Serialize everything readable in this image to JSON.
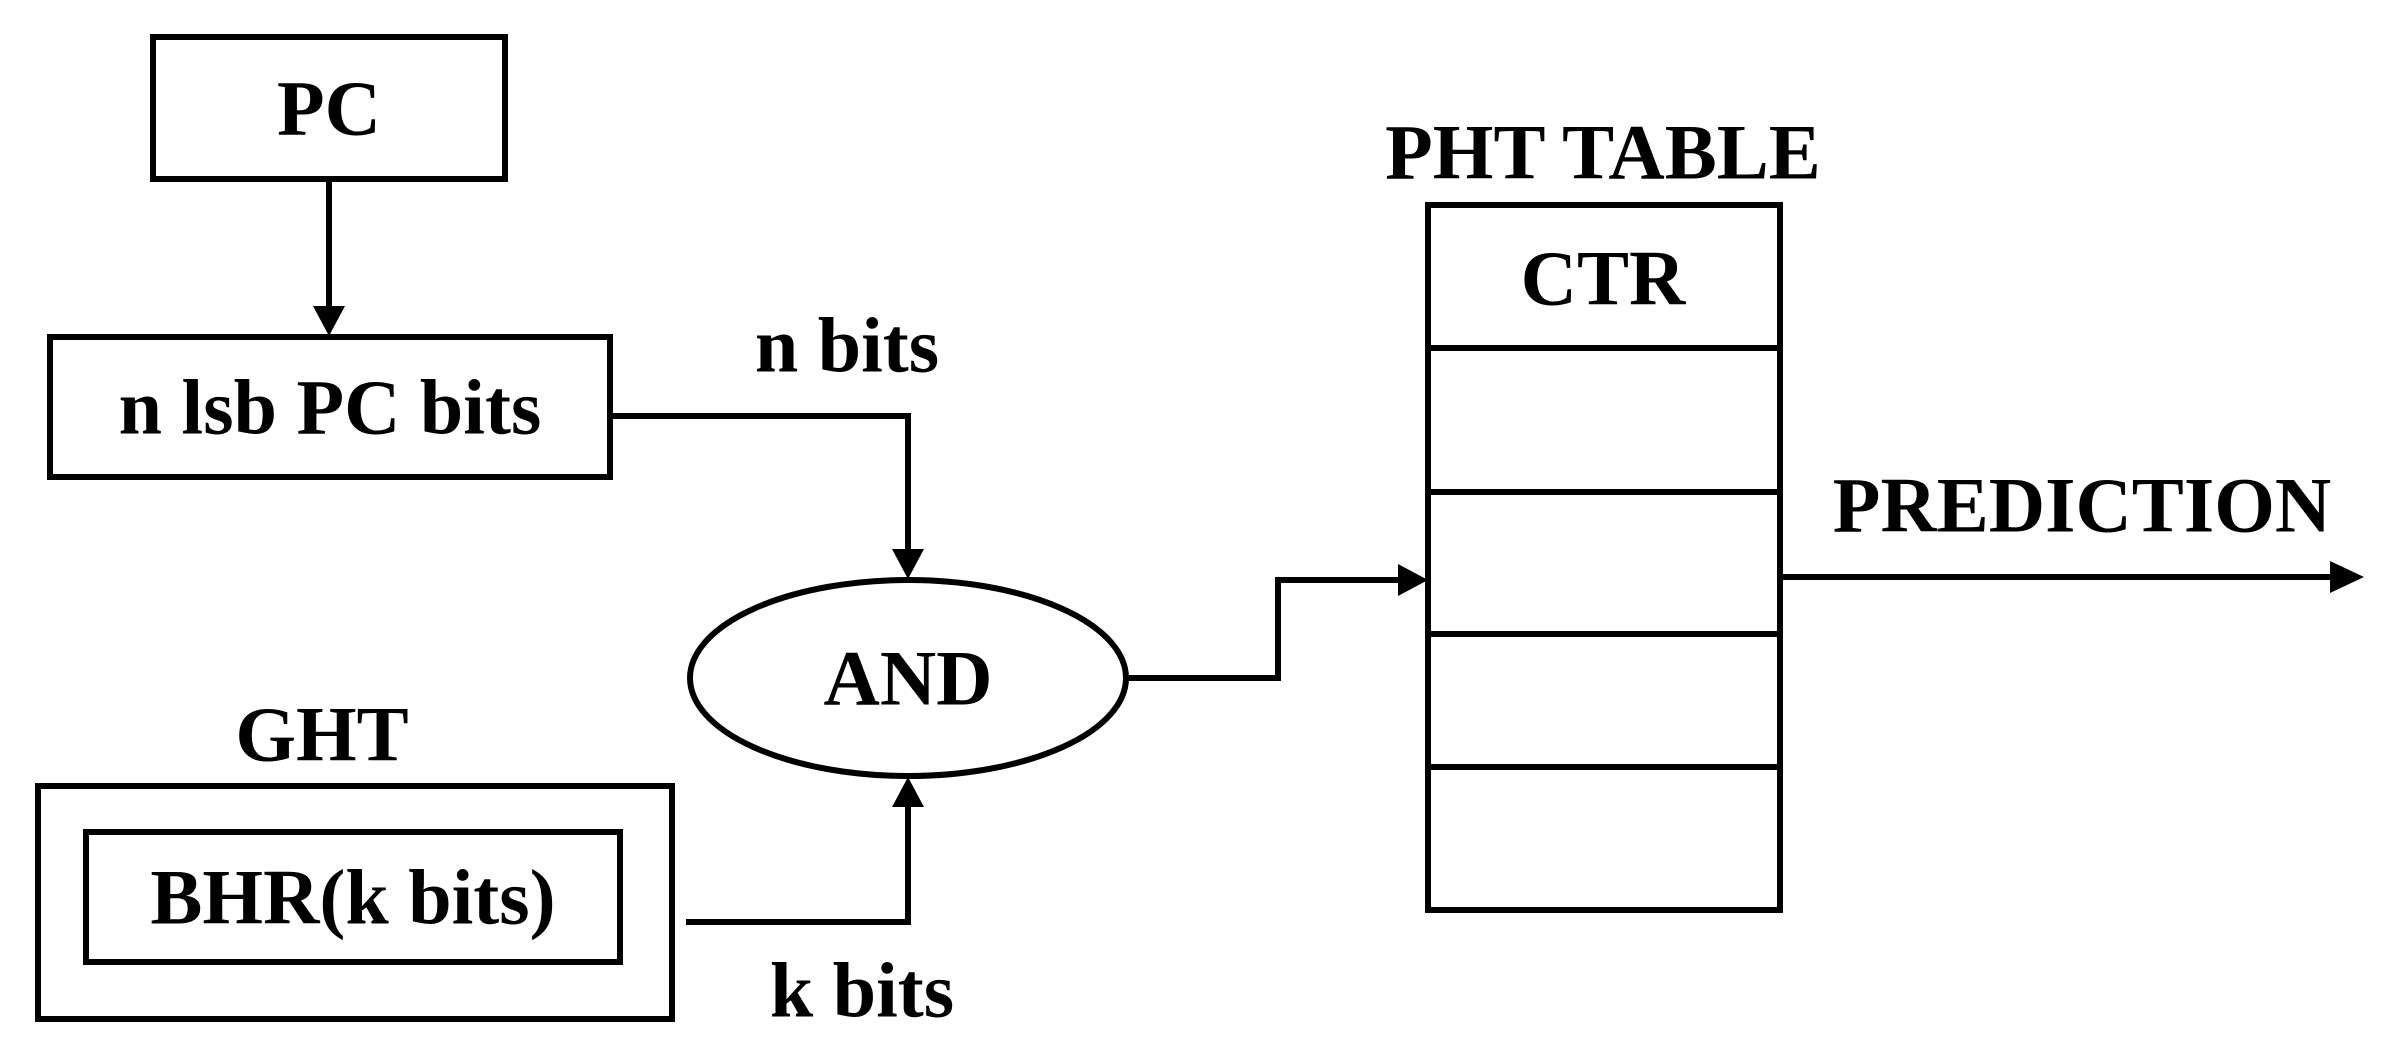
{
  "diagram": {
    "pc_label": "PC",
    "lsb_label": "n lsb PC bits",
    "n_bits_label": "n bits",
    "ght_label": "GHT",
    "bhr_label": "BHR(k bits)",
    "k_bits_label": "k bits",
    "and_label": "AND",
    "pht_title": "PHT TABLE",
    "ctr_label": "CTR",
    "prediction_label": "PREDICTION",
    "pht_row_count": 5
  }
}
